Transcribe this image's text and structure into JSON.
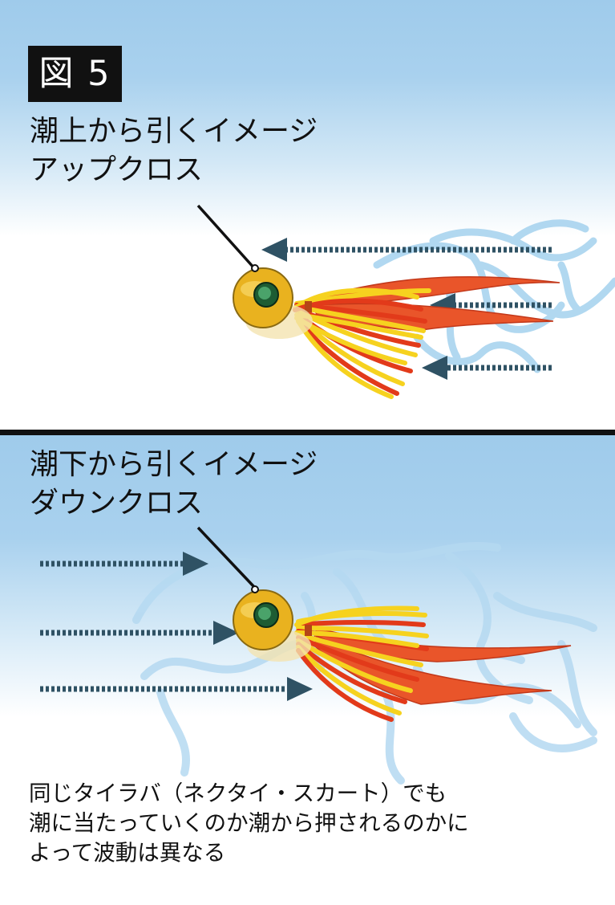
{
  "figure_label": "図 5",
  "top": {
    "caption_line1": "潮上から引くイメージ",
    "caption_line2": "アップクロス"
  },
  "bottom": {
    "caption_line1": "潮下から引くイメージ",
    "caption_line2": "ダウンクロス"
  },
  "note": {
    "line1": "同じタイラバ（ネクタイ・スカート）でも",
    "line2": "潮に当たっていくのか潮から押されるのかに",
    "line3": "よって波動は異なる"
  },
  "colors": {
    "water_blue": "#9fcbeb",
    "wave_blue": "#a9d4ef",
    "arrow": "#2f5264",
    "head_gold": "#e9b21f",
    "necktie": "#e9552a",
    "skirt_yellow": "#f6d21f",
    "skirt_red": "#e23a1a"
  },
  "icons": [
    "current-arrow-icon",
    "tairaba-lure-icon",
    "wave-pattern-icon"
  ]
}
